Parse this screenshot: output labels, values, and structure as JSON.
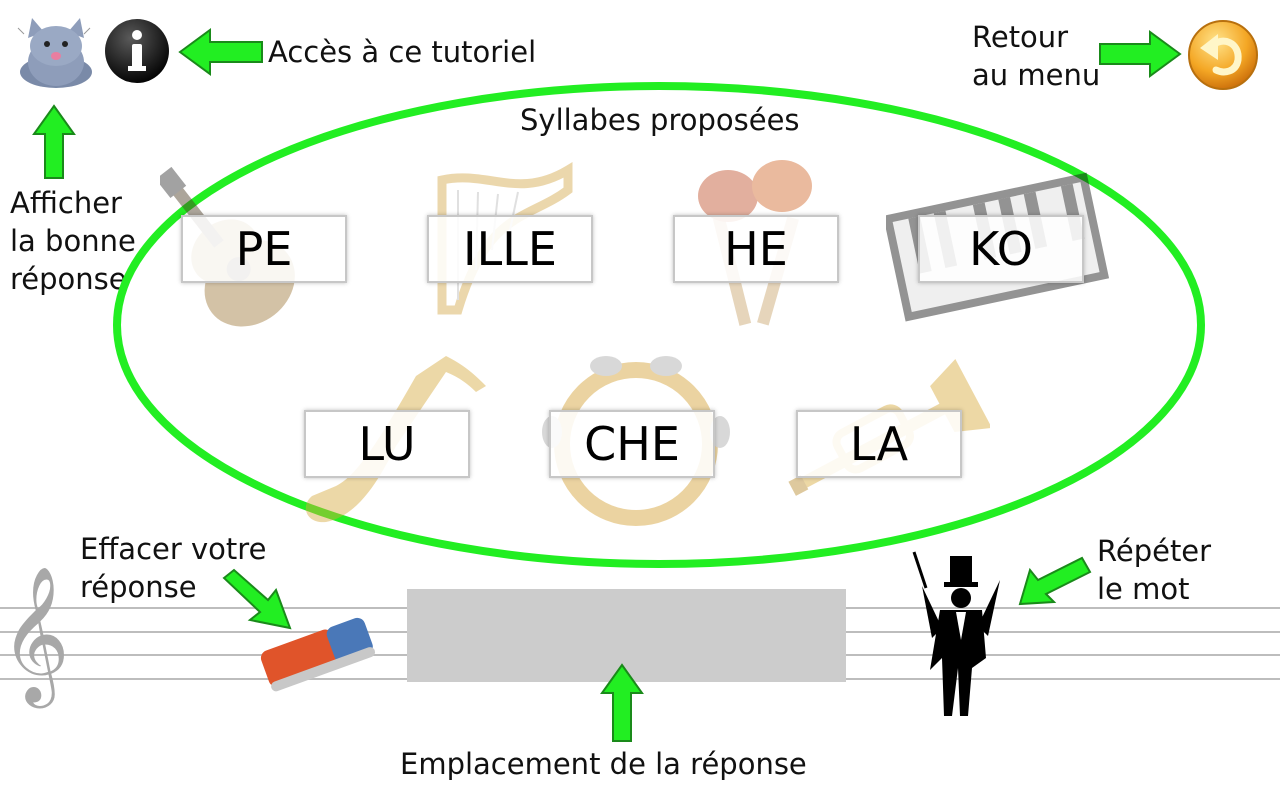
{
  "header": {
    "tutorial_label": "Accès à ce tutoriel",
    "menu_label": "Retour\nau menu",
    "answer_hint_label": "Afficher\nla bonne\nréponse"
  },
  "main": {
    "title": "Syllabes proposées",
    "syllables": [
      "PE",
      "ILLE",
      "HE",
      "KO",
      "LU",
      "CHE",
      "LA"
    ],
    "instruments": [
      "guitar-icon",
      "harp-icon",
      "maracas-icon",
      "keyboard-icon",
      "saxophone-icon",
      "tambourine-icon",
      "trumpet-icon"
    ]
  },
  "footer": {
    "erase_label": "Effacer votre\nréponse",
    "repeat_label": "Répéter\nle mot",
    "answer_area_label": "Emplacement de la réponse"
  },
  "colors": {
    "annotation": "#22ee22",
    "answer_box": "#cccccc",
    "menu_button": "#f2a722"
  },
  "icons": [
    "cat-icon",
    "info-icon",
    "back-arrow-icon",
    "eraser-icon",
    "treble-clef-icon",
    "conductor-icon",
    "arrow-icon"
  ]
}
